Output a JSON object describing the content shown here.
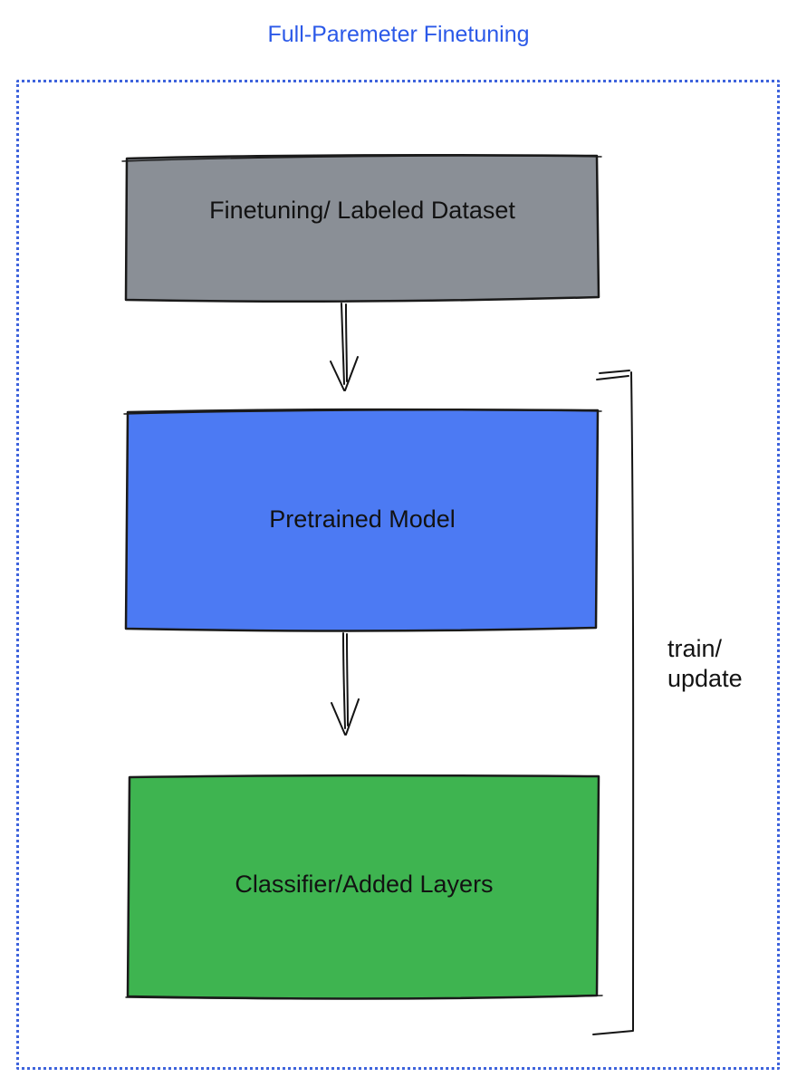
{
  "diagram": {
    "title": "Full-Paremeter Finetuning",
    "title_color": "#2B59E8",
    "frame_color": "#3E63DC",
    "stroke_color": "#1A1A1A",
    "nodes": {
      "dataset": {
        "label": "Finetuning/ Labeled Dataset",
        "fill": "#8A8F96"
      },
      "pretrained": {
        "label": "Pretrained Model",
        "fill": "#4C7AF3"
      },
      "classifier": {
        "label": "Classifier/Added Layers",
        "fill": "#3EB450"
      }
    },
    "annotation": {
      "line1": "train/",
      "line2": "update"
    }
  }
}
